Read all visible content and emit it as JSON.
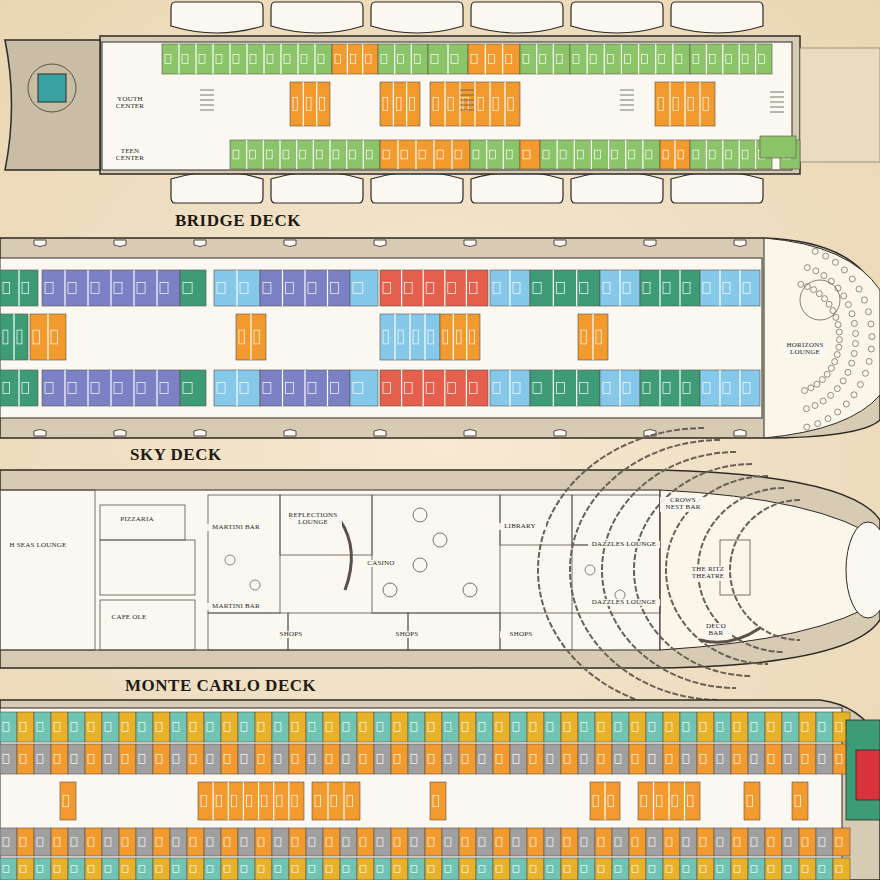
{
  "diagram": {
    "labels": [
      "BRIDGE DECK",
      "SKY DECK",
      "MONTE CARLO DECK",
      "YOUTH CENTER",
      "TEEN CENTER",
      "HORIZONS LOUNGE",
      "H SEAS LOUNGE",
      "PIZZARIA",
      "MARTINI BAR",
      "MARTINI BAR",
      "REFLECTIONS LOUNGE",
      "CASINO",
      "LIBRARY",
      "DAZZLES LOUNGE",
      "DAZZLES LOUNGE",
      "CROWS NEST BAR",
      "THE RITZ THEATRE",
      "DECO BAR",
      "SHOPS",
      "SHOPS",
      "SHOPS",
      "CAFE OLE"
    ]
  }
}
